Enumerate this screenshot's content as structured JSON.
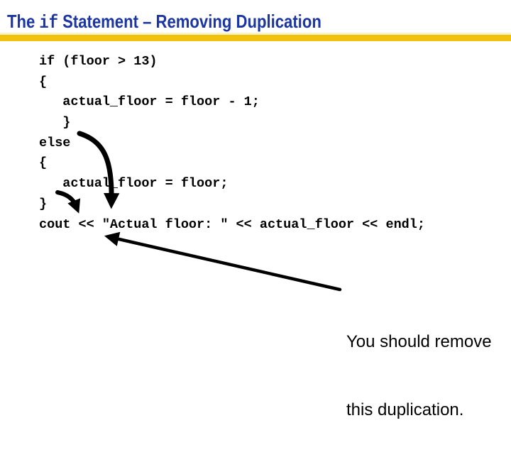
{
  "colors": {
    "title_text": "#1B35A3",
    "rule_gold": "#F2C10E",
    "rule_pale": "#FBF2C8",
    "text": "#000000",
    "background": "#FFFFFF"
  },
  "title": {
    "prefix": "The ",
    "keyword": "if",
    "suffix": " Statement – Removing Duplication"
  },
  "code_lines": [
    "if (floor > 13)",
    "{",
    "   actual_floor = floor - 1;",
    "   }",
    "else",
    "{",
    "   actual_floor = floor;",
    "}",
    "cout << \"Actual floor: \" << actual_floor << endl;"
  ],
  "note_lines": [
    "You should remove",
    "this duplication."
  ],
  "icons": {
    "curved_arrow_large": "thick curved black arrow from below first closing brace down to the cout statement",
    "curved_arrow_small": "short curved black arrow from the else-branch closing brace down to the cout statement",
    "note_pointer_arrow": "long straight black arrow from the note text pointing up-left at the << operator"
  }
}
